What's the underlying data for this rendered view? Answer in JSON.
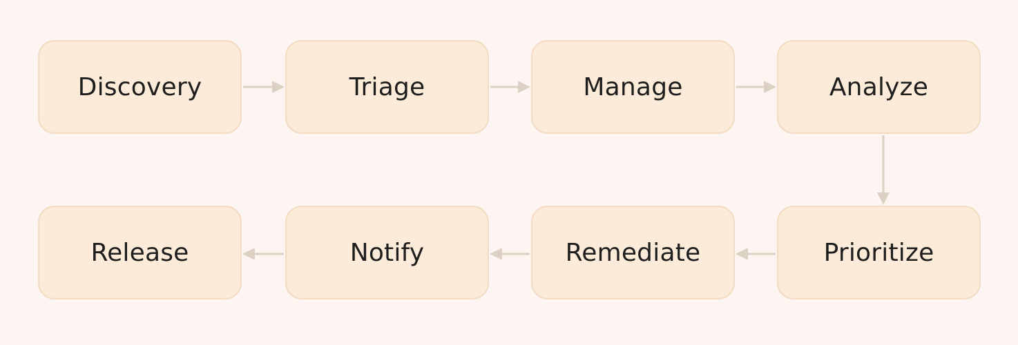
{
  "diagram": {
    "steps": [
      {
        "id": "discovery",
        "label": "Discovery"
      },
      {
        "id": "triage",
        "label": "Triage"
      },
      {
        "id": "manage",
        "label": "Manage"
      },
      {
        "id": "analyze",
        "label": "Analyze"
      },
      {
        "id": "prioritize",
        "label": "Prioritize"
      },
      {
        "id": "remediate",
        "label": "Remediate"
      },
      {
        "id": "notify",
        "label": "Notify"
      },
      {
        "id": "release",
        "label": "Release"
      }
    ],
    "edges": [
      {
        "from": "discovery",
        "to": "triage"
      },
      {
        "from": "triage",
        "to": "manage"
      },
      {
        "from": "manage",
        "to": "analyze"
      },
      {
        "from": "analyze",
        "to": "prioritize"
      },
      {
        "from": "prioritize",
        "to": "remediate"
      },
      {
        "from": "remediate",
        "to": "notify"
      },
      {
        "from": "notify",
        "to": "release"
      }
    ],
    "colors": {
      "background": "#fcf5f1",
      "node_fill": "#fbebd8",
      "node_border": "#f3dcc3",
      "arrow": "#dcd0c2",
      "text": "#1e1e1e"
    }
  }
}
